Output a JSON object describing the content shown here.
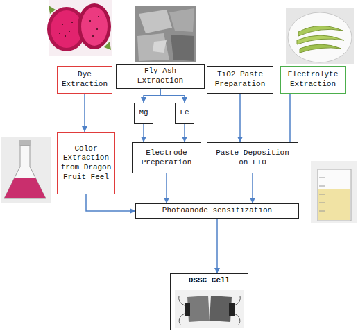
{
  "diagram": {
    "nodes": [
      {
        "text": [
          "Dye Extraction"
        ]
      },
      {
        "text": [
          "Fly Ash Extraction"
        ]
      },
      {
        "text": [
          "TiO2 Paste Preparation"
        ]
      },
      {
        "text": [
          "Electrolyte Extraction"
        ]
      },
      {
        "text": [
          "Mg"
        ]
      },
      {
        "text": [
          "Fe"
        ]
      },
      {
        "text": [
          "Color Extraction from Dragon Fruit Feel"
        ]
      },
      {
        "text": [
          "Electrode Preperation"
        ]
      },
      {
        "text": [
          "Paste Deposition on FTO"
        ]
      },
      {
        "text": [
          "Photoanode sensitization"
        ]
      },
      {
        "text": [
          "DSSC Cell"
        ]
      }
    ],
    "edges": [
      {
        "from": 0,
        "to": 6,
        "arrow": "to"
      },
      {
        "from": 1,
        "to": 4,
        "arrow": "to"
      },
      {
        "from": 1,
        "to": 5,
        "arrow": "to"
      },
      {
        "from": 2,
        "to": 8,
        "arrow": "to"
      },
      {
        "from": 3,
        "to": 8,
        "arrow": "to"
      },
      {
        "from": 4,
        "to": 7,
        "arrow": "to"
      },
      {
        "from": 5,
        "to": 7,
        "arrow": "to"
      },
      {
        "from": 6,
        "to": 9,
        "arrow": "to"
      },
      {
        "from": 7,
        "to": 9,
        "arrow": "to"
      },
      {
        "from": 8,
        "to": 9,
        "arrow": "to"
      },
      {
        "from": 9,
        "to": 10,
        "arrow": "to"
      }
    ]
  }
}
